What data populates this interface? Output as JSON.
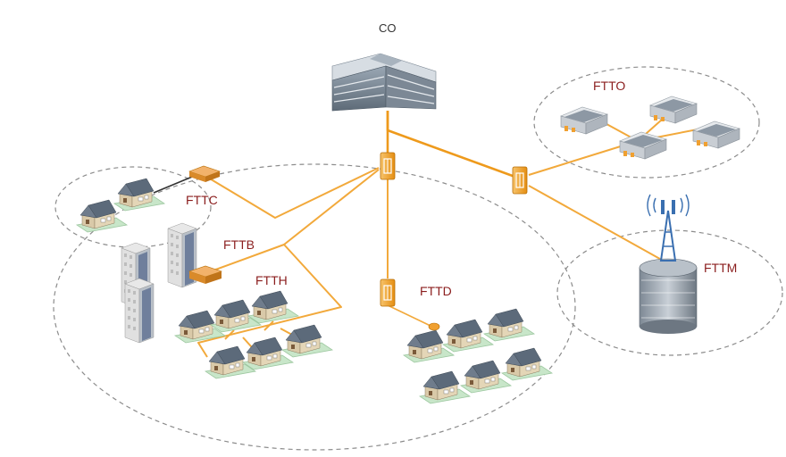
{
  "labels": {
    "co": "CO",
    "ftto": "FTTO",
    "fttc": "FTTC",
    "fttb": "FTTB",
    "ftth": "FTTH",
    "fttd": "FTTD",
    "fttm": "FTTM"
  },
  "colors": {
    "fiber": "#f2a93b",
    "fiber_trunk": "#ee9a1c",
    "label": "#8b1e1e",
    "zone_border": "#8c8c8c",
    "splitter": "#f0a030",
    "house_roof": "#5c6a7a",
    "house_wall": "#d9c9a8",
    "lawn": "#c8e6c9"
  },
  "icons": {
    "central_office": "office-building-icon",
    "splitter": "splitter-icon",
    "house": "house-icon",
    "apartment": "apartment-building-icon",
    "office": "office-icon",
    "tower": "cell-tower-icon",
    "cabinet": "street-cabinet-icon"
  }
}
